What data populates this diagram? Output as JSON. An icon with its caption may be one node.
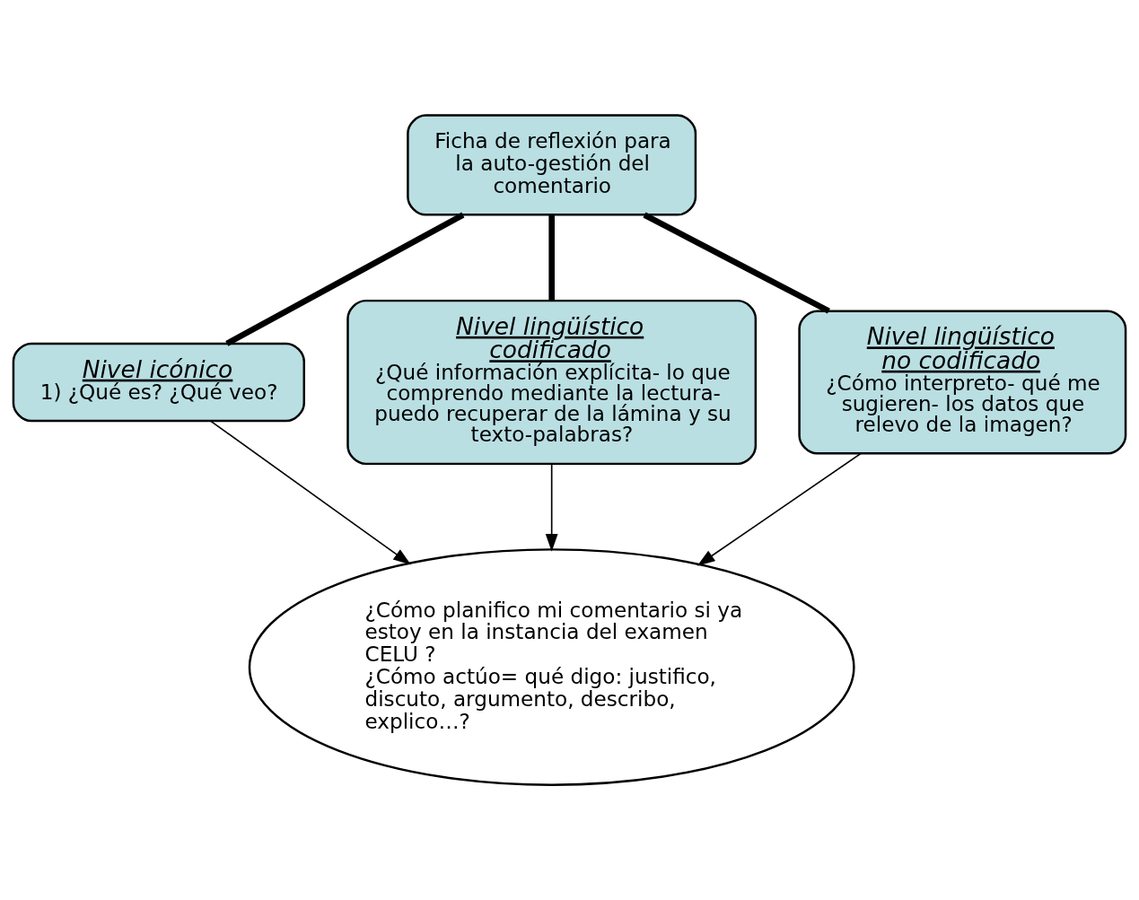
{
  "diagram": {
    "nodes": [
      {
        "text": [
          "Ficha de reflexión para la auto-gestión del comentario"
        ]
      },
      {
        "text": [
          "Nivel icónico",
          "1) ¿Qué es? ¿Qué veo?"
        ]
      },
      {
        "text": [
          "Nivel lingüístico codificado",
          "¿Qué información explícita- lo que comprendo mediante la lectura- puedo recuperar de la lámina y su texto-palabras?"
        ]
      },
      {
        "text": [
          "Nivel lingüístico no codificado",
          "¿Cómo interpreto- qué me sugieren- los datos que relevo de la imagen?"
        ]
      },
      {
        "text": [
          "¿Cómo planifico mi comentario si ya estoy en la instancia del examen CELU ?",
          "¿Cómo actúo= qué digo: justifico, discuto, argumento, describo, explico…?"
        ]
      }
    ],
    "edges": [
      {
        "from": 0,
        "to": 1,
        "arrow": "none",
        "style": "thick"
      },
      {
        "from": 0,
        "to": 2,
        "arrow": "none",
        "style": "thick"
      },
      {
        "from": 0,
        "to": 3,
        "arrow": "none",
        "style": "thick"
      },
      {
        "from": 1,
        "to": 4,
        "arrow": "to"
      },
      {
        "from": 2,
        "to": 4,
        "arrow": "to"
      },
      {
        "from": 3,
        "to": 4,
        "arrow": "to"
      }
    ]
  }
}
